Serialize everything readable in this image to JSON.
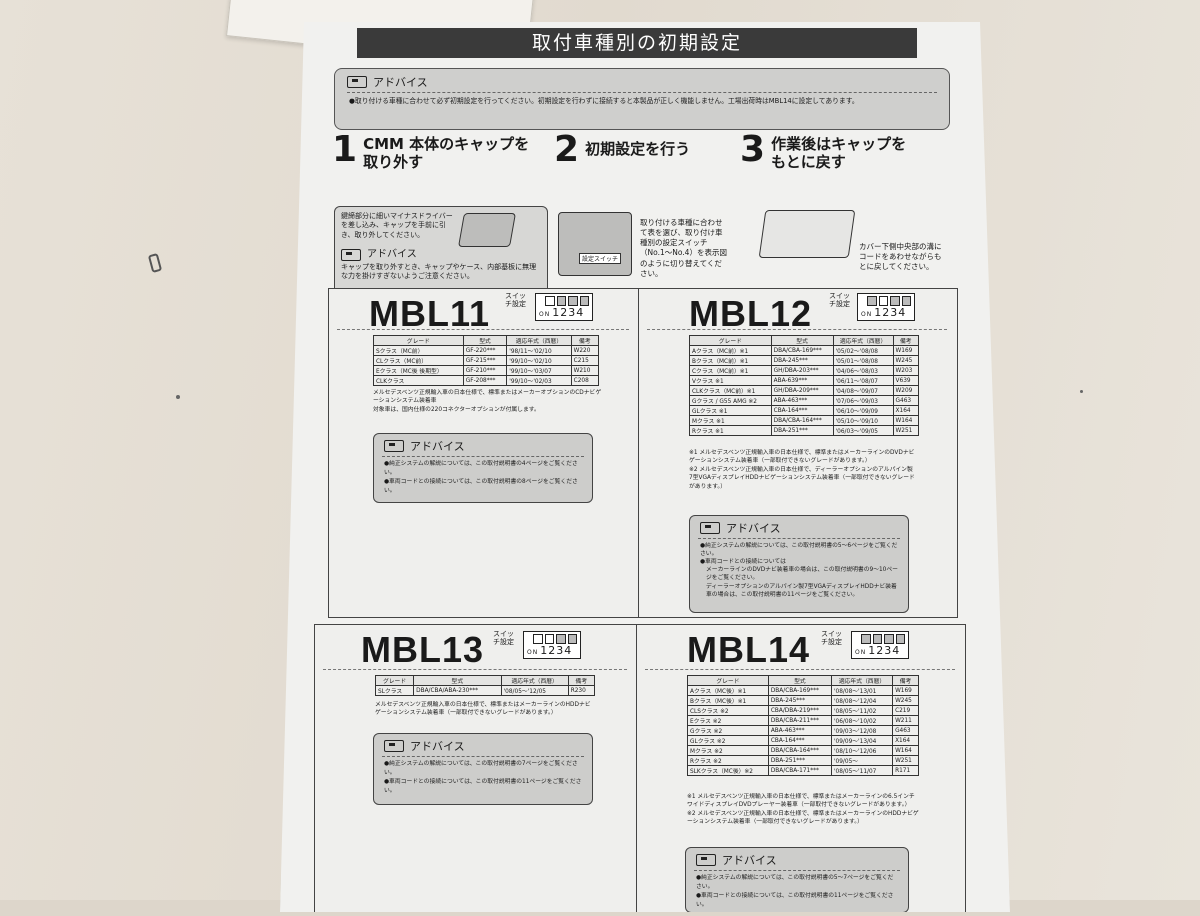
{
  "page_title": "取付車種別の初期設定",
  "advice_label": "アドバイス",
  "top_advice": "●取り付ける車種に合わせて必ず初期設定を行ってください。初期設定を行わずに接続すると本製品が正しく機能しません。工場出荷時はMBL14に設定してあります。",
  "steps": [
    {
      "num": "1",
      "title": "CMM 本体のキャップを取り外す"
    },
    {
      "num": "2",
      "title": "初期設定を行う"
    },
    {
      "num": "3",
      "title": "作業後はキャップをもとに戻す"
    }
  ],
  "step1_callout": "鍵締部分に細いマイナスドライバーを差し込み、キャップを手前に引き、取り外してください。",
  "step1_advice": "キャップを取り外すとき、キャップやケース、内部基板に無理な力を掛けすぎないようご注意ください。",
  "step2_device_label": "設定スイッチ",
  "step2_note": "取り付ける車種に合わせて表を選び、取り付け車種別の設定スイッチ（No.1〜No.4）を表示図のように切り替えてください。",
  "step3_note": "カバー下側中央部の溝にコードをあわせながらもとに戻してください。",
  "switch_label": "スイッチ設定",
  "switch_numbers": "1234",
  "on_mark": "ON",
  "table_headers": [
    "グレード",
    "型式",
    "適応年式（西暦）",
    "備考"
  ],
  "cards": {
    "mbl11": {
      "name": "MBL11",
      "rows": [
        [
          "Sクラス（MC前）",
          "GF-220***",
          "'98/11〜'02/10",
          "W220"
        ],
        [
          "CLクラス（MC前）",
          "GF-215***",
          "'99/10〜'02/10",
          "C215"
        ],
        [
          "Eクラス（MC後 後期型）",
          "GF-210***",
          "'99/10〜'03/07",
          "W210"
        ],
        [
          "CLKクラス",
          "GF-208***",
          "'99/10〜'02/03",
          "C208"
        ]
      ],
      "notes": [
        "メルセデスベンツ正規輸入車の日本仕様で、標準またはメーカーオプションのCDナビゲーションシステム装着車",
        "対象車は、国内仕様の220コネクターオプションが付属します。"
      ],
      "advice": [
        "●純正システムの解説については、この取付説明書の4ページをご覧ください。",
        "●車両コードとの接続については、この取付説明書の8ページをご覧ください。"
      ]
    },
    "mbl12": {
      "name": "MBL12",
      "rows": [
        [
          "Aクラス（MC前）※1",
          "DBA/CBA-169***",
          "'05/02〜'08/08",
          "W169"
        ],
        [
          "Bクラス（MC前）※1",
          "DBA-245***",
          "'05/01〜'08/08",
          "W245"
        ],
        [
          "Cクラス（MC前）※1",
          "GH/DBA-203***",
          "'04/06〜'08/03",
          "W203"
        ],
        [
          "Vクラス ※1",
          "ABA-639***",
          "'06/11〜'08/07",
          "V639"
        ],
        [
          "CLKクラス（MC前）※1",
          "GH/DBA-209***",
          "'04/08〜'09/07",
          "W209"
        ],
        [
          "Gクラス / G55 AMG ※2",
          "ABA-463***",
          "'07/06〜'09/03",
          "G463"
        ],
        [
          "GLクラス ※1",
          "CBA-164***",
          "'06/10〜'09/09",
          "X164"
        ],
        [
          "Mクラス ※1",
          "DBA/CBA-164***",
          "'05/10〜'09/10",
          "W164"
        ],
        [
          "Rクラス ※1",
          "DBA-251***",
          "'06/03〜'09/05",
          "W251"
        ]
      ],
      "notes": [
        "※1 メルセデスベンツ正規輸入車の日本仕様で、標準またはメーカーラインのDVDナビゲーションシステム装着車（一部取付できないグレードがあります。）",
        "※2 メルセデスベンツ正規輸入車の日本仕様で、ディーラーオプションのアルパイン製7型VGAディスプレイHDDナビゲーションシステム装着車（一部取付できないグレードがあります。）"
      ],
      "advice": [
        "●純正システムの解説については、この取付説明書の5〜6ページをご覧ください。",
        "●車両コードとの接続については",
        "メーカーラインのDVDナビ装着車の場合は、この取付説明書の9〜10ページをご覧ください。",
        "ディーラーオプションのアルパイン製7型VGAディスプレイHDDナビ装着車の場合は、この取付説明書の11ページをご覧ください。"
      ]
    },
    "mbl13": {
      "name": "MBL13",
      "rows": [
        [
          "SLクラス",
          "DBA/CBA/ABA-230***",
          "'08/05〜'12/05",
          "R230"
        ]
      ],
      "notes": [
        "メルセデスベンツ正規輸入車の日本仕様で、標準またはメーカーラインのHDDナビゲーションシステム装着車（一部取付できないグレードがあります。）"
      ],
      "advice": [
        "●純正システムの解説については、この取付説明書の7ページをご覧ください。",
        "●車両コードとの接続については、この取付説明書の11ページをご覧ください。"
      ]
    },
    "mbl14": {
      "name": "MBL14",
      "rows": [
        [
          "Aクラス（MC後）※1",
          "DBA/CBA-169***",
          "'08/08〜'13/01",
          "W169"
        ],
        [
          "Bクラス（MC後）※1",
          "DBA-245***",
          "'08/08〜'12/04",
          "W245"
        ],
        [
          "CLSクラス ※2",
          "CBA/DBA-219***",
          "'08/05〜'11/02",
          "C219"
        ],
        [
          "Eクラス ※2",
          "DBA/CBA-211***",
          "'06/08〜'10/02",
          "W211"
        ],
        [
          "Gクラス ※2",
          "ABA-463***",
          "'09/03〜'12/08",
          "G463"
        ],
        [
          "GLクラス ※2",
          "CBA-164***",
          "'09/09〜'13/04",
          "X164"
        ],
        [
          "Mクラス ※2",
          "DBA/CBA-164***",
          "'08/10〜'12/06",
          "W164"
        ],
        [
          "Rクラス ※2",
          "DBA-251***",
          "'09/05〜",
          "W251"
        ],
        [
          "SLKクラス（MC後）※2",
          "DBA/CBA-171***",
          "'08/05〜'11/07",
          "R171"
        ]
      ],
      "notes": [
        "※1 メルセデスベンツ正規輸入車の日本仕様で、標準またはメーカーラインの6.5インチワイドディスプレイDVDプレーヤー装着車（一部取付できないグレードがあります。）",
        "※2 メルセデスベンツ正規輸入車の日本仕様で、標準またはメーカーラインのHDDナビゲーションシステム装着車（一部取付できないグレードがあります。）"
      ],
      "advice": [
        "●純正システムの解説については、この取付説明書の5〜7ページをご覧ください。",
        "●車両コードとの接続については、この取付説明書の11ページをご覧ください。"
      ]
    }
  }
}
